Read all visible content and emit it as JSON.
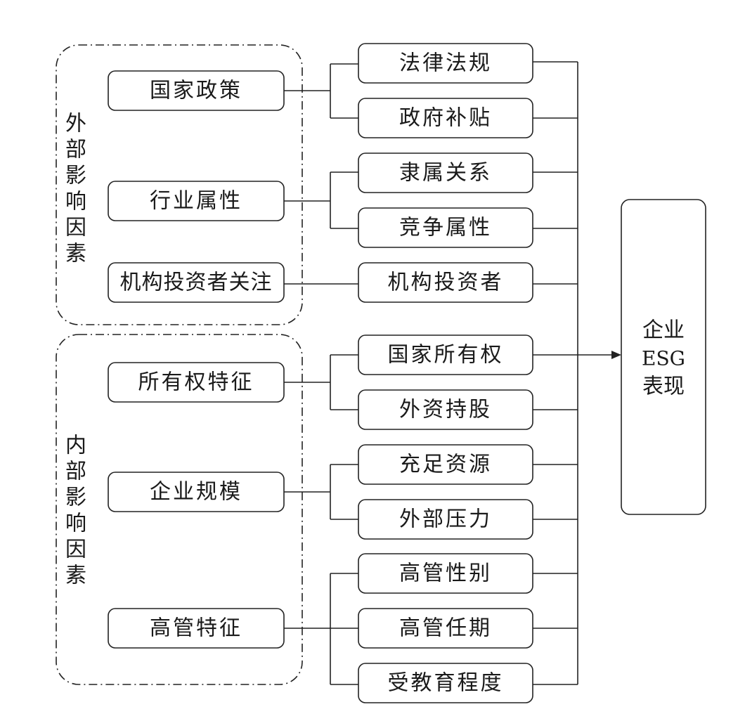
{
  "groups": {
    "external": {
      "label": "外部影响因素"
    },
    "internal": {
      "label": "内部影响因素"
    }
  },
  "factors": {
    "policy": {
      "label": "国家政策"
    },
    "industry": {
      "label": "行业属性"
    },
    "investor": {
      "label": "机构投资者关注"
    },
    "ownership": {
      "label": "所有权特征"
    },
    "scale": {
      "label": "企业规模"
    },
    "executive": {
      "label": "高管特征"
    }
  },
  "channels": {
    "laws": {
      "label": "法律法规"
    },
    "subsidy": {
      "label": "政府补贴"
    },
    "affiliation": {
      "label": "隶属关系"
    },
    "competition": {
      "label": "竞争属性"
    },
    "inst_investor": {
      "label": "机构投资者"
    },
    "state_ownership": {
      "label": "国家所有权"
    },
    "foreign_holding": {
      "label": "外资持股"
    },
    "resources": {
      "label": "充足资源"
    },
    "pressure": {
      "label": "外部压力"
    },
    "exec_gender": {
      "label": "高管性别"
    },
    "exec_tenure": {
      "label": "高管任期"
    },
    "education": {
      "label": "受教育程度"
    }
  },
  "outcome": {
    "line1": "企业",
    "line2": "ESG",
    "line3": "表现"
  }
}
